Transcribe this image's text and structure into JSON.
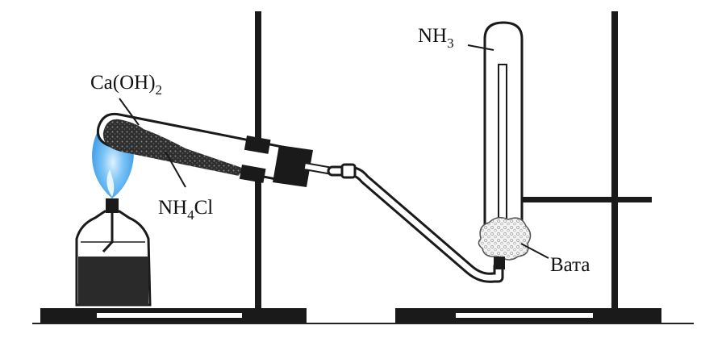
{
  "labels": {
    "caoh2": {
      "main": "Ca(OH)",
      "sub": "2"
    },
    "nh4cl": {
      "pre": "NH",
      "sub": "4",
      "post": "Cl"
    },
    "nh3": {
      "main": "NH",
      "sub": "3"
    },
    "vata": "Вата"
  },
  "colors": {
    "ink": "#111111",
    "flame": "#4aa8ee",
    "flame_core": "#bfe3ff",
    "liquid": "#2a2a2a",
    "powder": "#3a3a3a",
    "glass": "#ffffff"
  }
}
